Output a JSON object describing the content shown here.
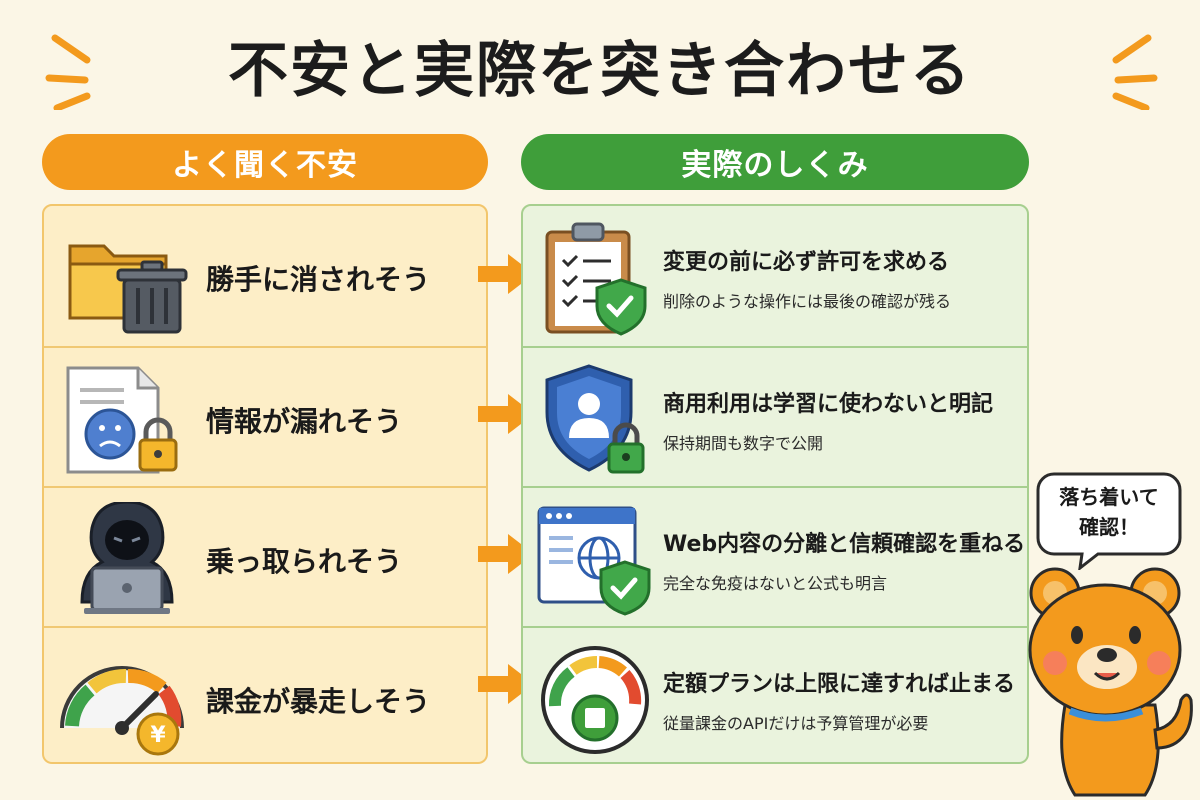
{
  "title": "不安と実際を突き合わせる",
  "headers": {
    "worry": "よく聞く不安",
    "actual": "実際のしくみ"
  },
  "rows": [
    {
      "worry": "勝手に消されそう",
      "actual_title": "変更の前に必ず許可を求める",
      "actual_sub": "削除のような操作には最後の確認が残る"
    },
    {
      "worry": "情報が漏れそう",
      "actual_title": "商用利用は学習に使わないと明記",
      "actual_sub": "保持期間も数字で公開"
    },
    {
      "worry": "乗っ取られそう",
      "actual_title": "Web内容の分離と信頼確認を重ねる",
      "actual_sub": "完全な免疫はないと公式も明言"
    },
    {
      "worry": "課金が暴走しそう",
      "actual_title": "定額プランは上限に達すれば止まる",
      "actual_sub": "従量課金のAPIだけは予算管理が必要"
    }
  ],
  "bubble": {
    "line1": "落ち着いて",
    "line2": "確認！"
  },
  "icons": {
    "row1_worry": "folder-trash-icon",
    "row1_actual": "clipboard-check-shield-icon",
    "row2_worry": "document-lock-icon",
    "row2_actual": "user-shield-lock-icon",
    "row3_worry": "hacker-laptop-icon",
    "row3_actual": "browser-globe-check-icon",
    "row4_worry": "gauge-yen-icon",
    "row4_actual": "gauge-stop-icon"
  },
  "colors": {
    "orange": "#f39a1d",
    "green": "#3f9e3a",
    "worry_bg": "#fdeec7",
    "actual_bg": "#eaf3dd",
    "page_bg": "#fbf6e6"
  }
}
